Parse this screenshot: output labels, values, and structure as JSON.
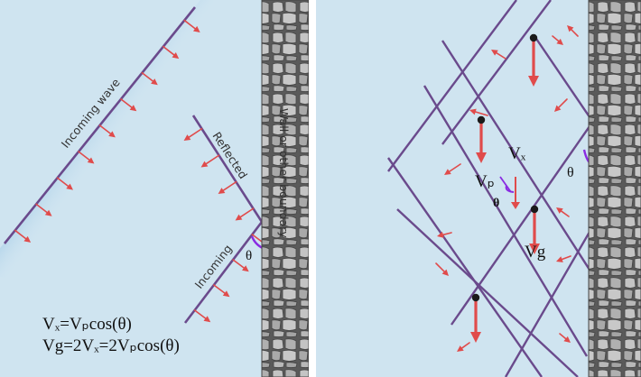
{
  "left_panel": {
    "incoming_wave_label": "Incoming wave",
    "reflected_label": "Reflected",
    "incoming_label": "Incoming",
    "theta_label": "θ",
    "wall_label": "Wall or other boundary",
    "formula_1": "Vₓ=Vₚcos(θ)",
    "formula_2": "Vg=2Vₓ=2Vₚcos(θ)"
  },
  "right_panel": {
    "vx_label": "Vₓ",
    "vp_label": "Vₚ",
    "theta_inner_label": "θ",
    "theta_wall_label": "θ",
    "vg_label": "Vg"
  },
  "colors": {
    "water_background": "#cfe4f0",
    "wave_crest": "#6a4a8c",
    "arrow": "#e04b4b",
    "theta_mark": "#8a2be2",
    "wall_stone": "#b9b9b9"
  }
}
